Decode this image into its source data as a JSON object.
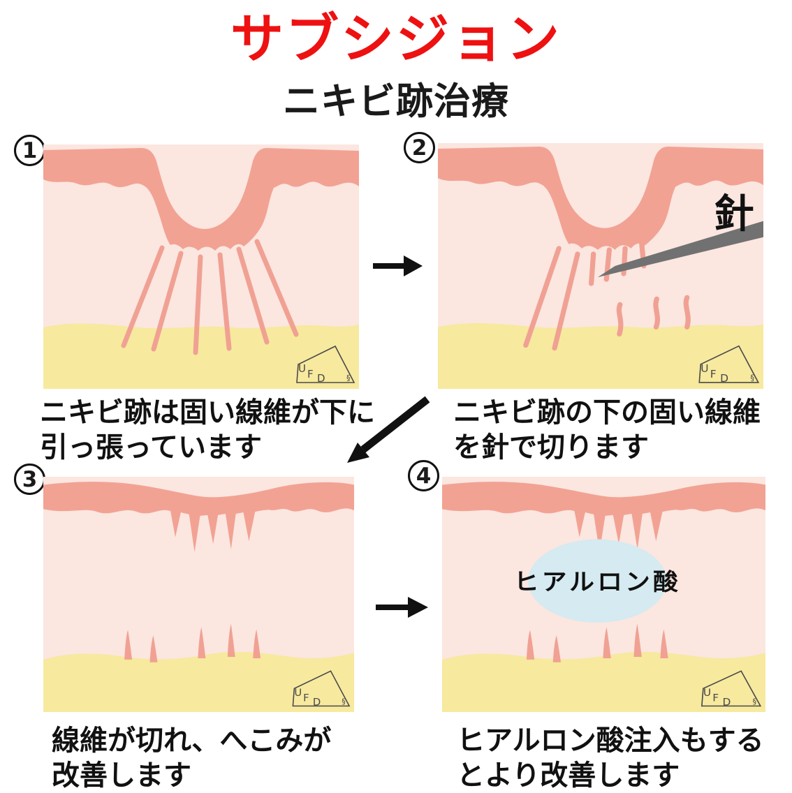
{
  "title": "サブシジョン",
  "subtitle": "ニキビ跡治療",
  "colors": {
    "title_red": "#ee1111",
    "text_black": "#1a1a1a",
    "epidermis_pink": "#f2a293",
    "dermis_pink": "#fbe6e0",
    "fat_yellow": "#f7e99e",
    "fiber_pink": "#f0a193",
    "needle_gray": "#717171",
    "hyaluronic_blue": "#d5eaf1"
  },
  "panels": [
    {
      "number": "1",
      "caption": [
        "ニキビ跡は固い線維が下に",
        "引っ張っています"
      ]
    },
    {
      "number": "2",
      "caption": [
        "ニキビ跡の下の固い線維",
        "を針で切ります"
      ],
      "needle_label": "針"
    },
    {
      "number": "3",
      "caption": [
        "線維が切れ、へこみが",
        "改善します"
      ]
    },
    {
      "number": "4",
      "caption": [
        "ヒアルロン酸注入もする",
        "とより改善します"
      ],
      "injection_label": "ヒアルロン酸"
    }
  ],
  "watermark": {
    "letters": [
      "U",
      "F",
      "D"
    ],
    "mark": "§"
  }
}
